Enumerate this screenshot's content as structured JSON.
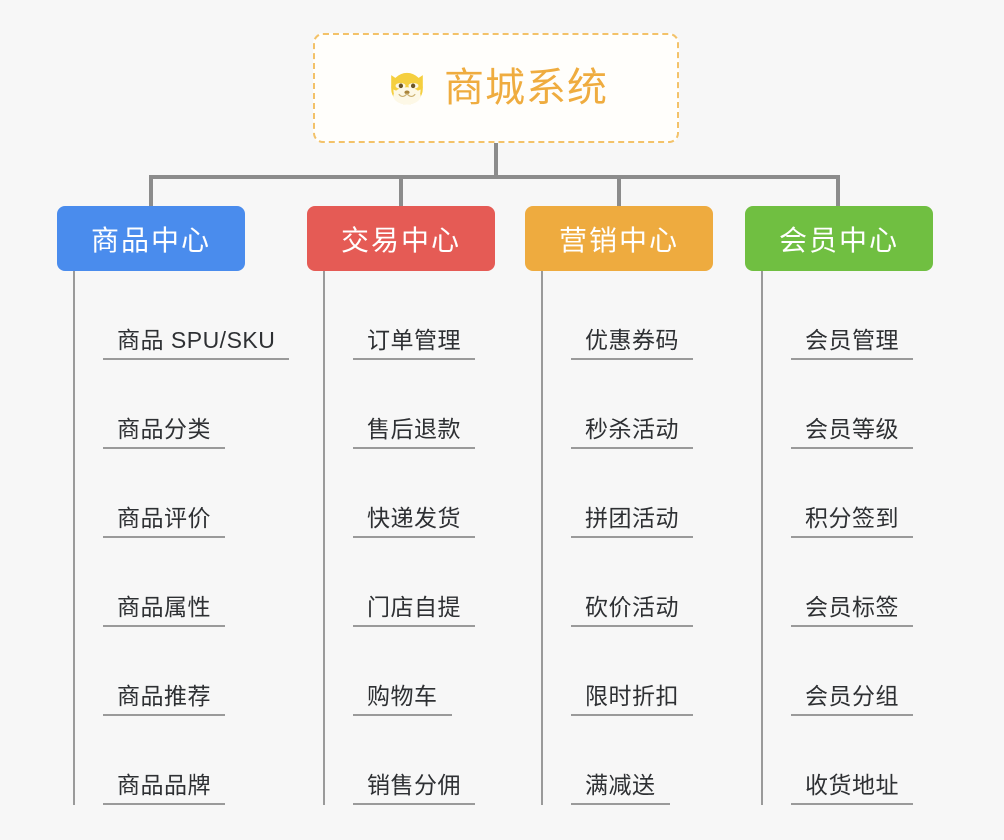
{
  "canvas": {
    "background": "#f7f7f7"
  },
  "root": {
    "title": "商城系统",
    "icon": "shiba-dog-face-icon",
    "border_color": "#f3c269",
    "text_color": "#efac3f",
    "background": "#fffefb"
  },
  "connector": {
    "color": "#8c8c8c"
  },
  "branches": [
    {
      "label": "商品中心",
      "color": "#4a8ced",
      "text_color": "#ffffff",
      "spine_color": "#9a9a9a",
      "leaves": [
        "商品 SPU/SKU",
        "商品分类",
        "商品评价",
        "商品属性",
        "商品推荐",
        "商品品牌"
      ]
    },
    {
      "label": "交易中心",
      "color": "#e55b55",
      "text_color": "#ffffff",
      "spine_color": "#9a9a9a",
      "leaves": [
        "订单管理",
        "售后退款",
        "快递发货",
        "门店自提",
        "购物车",
        "销售分佣"
      ]
    },
    {
      "label": "营销中心",
      "color": "#eeab3f",
      "text_color": "#ffffff",
      "spine_color": "#9a9a9a",
      "leaves": [
        "优惠券码",
        "秒杀活动",
        "拼团活动",
        "砍价活动",
        "限时折扣",
        "满减送"
      ]
    },
    {
      "label": "会员中心",
      "color": "#70bf41",
      "text_color": "#ffffff",
      "spine_color": "#9a9a9a",
      "leaves": [
        "会员管理",
        "会员等级",
        "积分签到",
        "会员标签",
        "会员分组",
        "收货地址"
      ]
    }
  ]
}
